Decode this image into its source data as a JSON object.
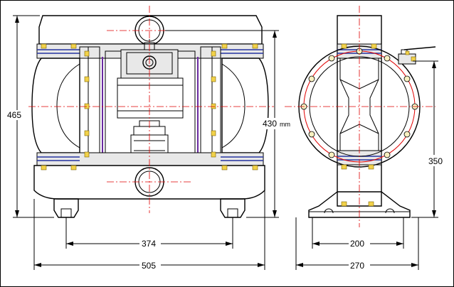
{
  "drawing": {
    "units_label": "mm",
    "colors": {
      "centerline": "#e00000",
      "bolt": "#f2d24a",
      "manifold_band": "#2433a0",
      "diaphragm": "#6a2aa0",
      "line": "#000000"
    },
    "front_view": {
      "dim_total_height": "465",
      "dim_height_to_outlet": "430",
      "dim_mount_spacing": "374",
      "dim_total_width": "505"
    },
    "side_view": {
      "dim_height_to_air_inlet": "350",
      "dim_mount_spacing": "200",
      "dim_total_width": "270"
    }
  }
}
